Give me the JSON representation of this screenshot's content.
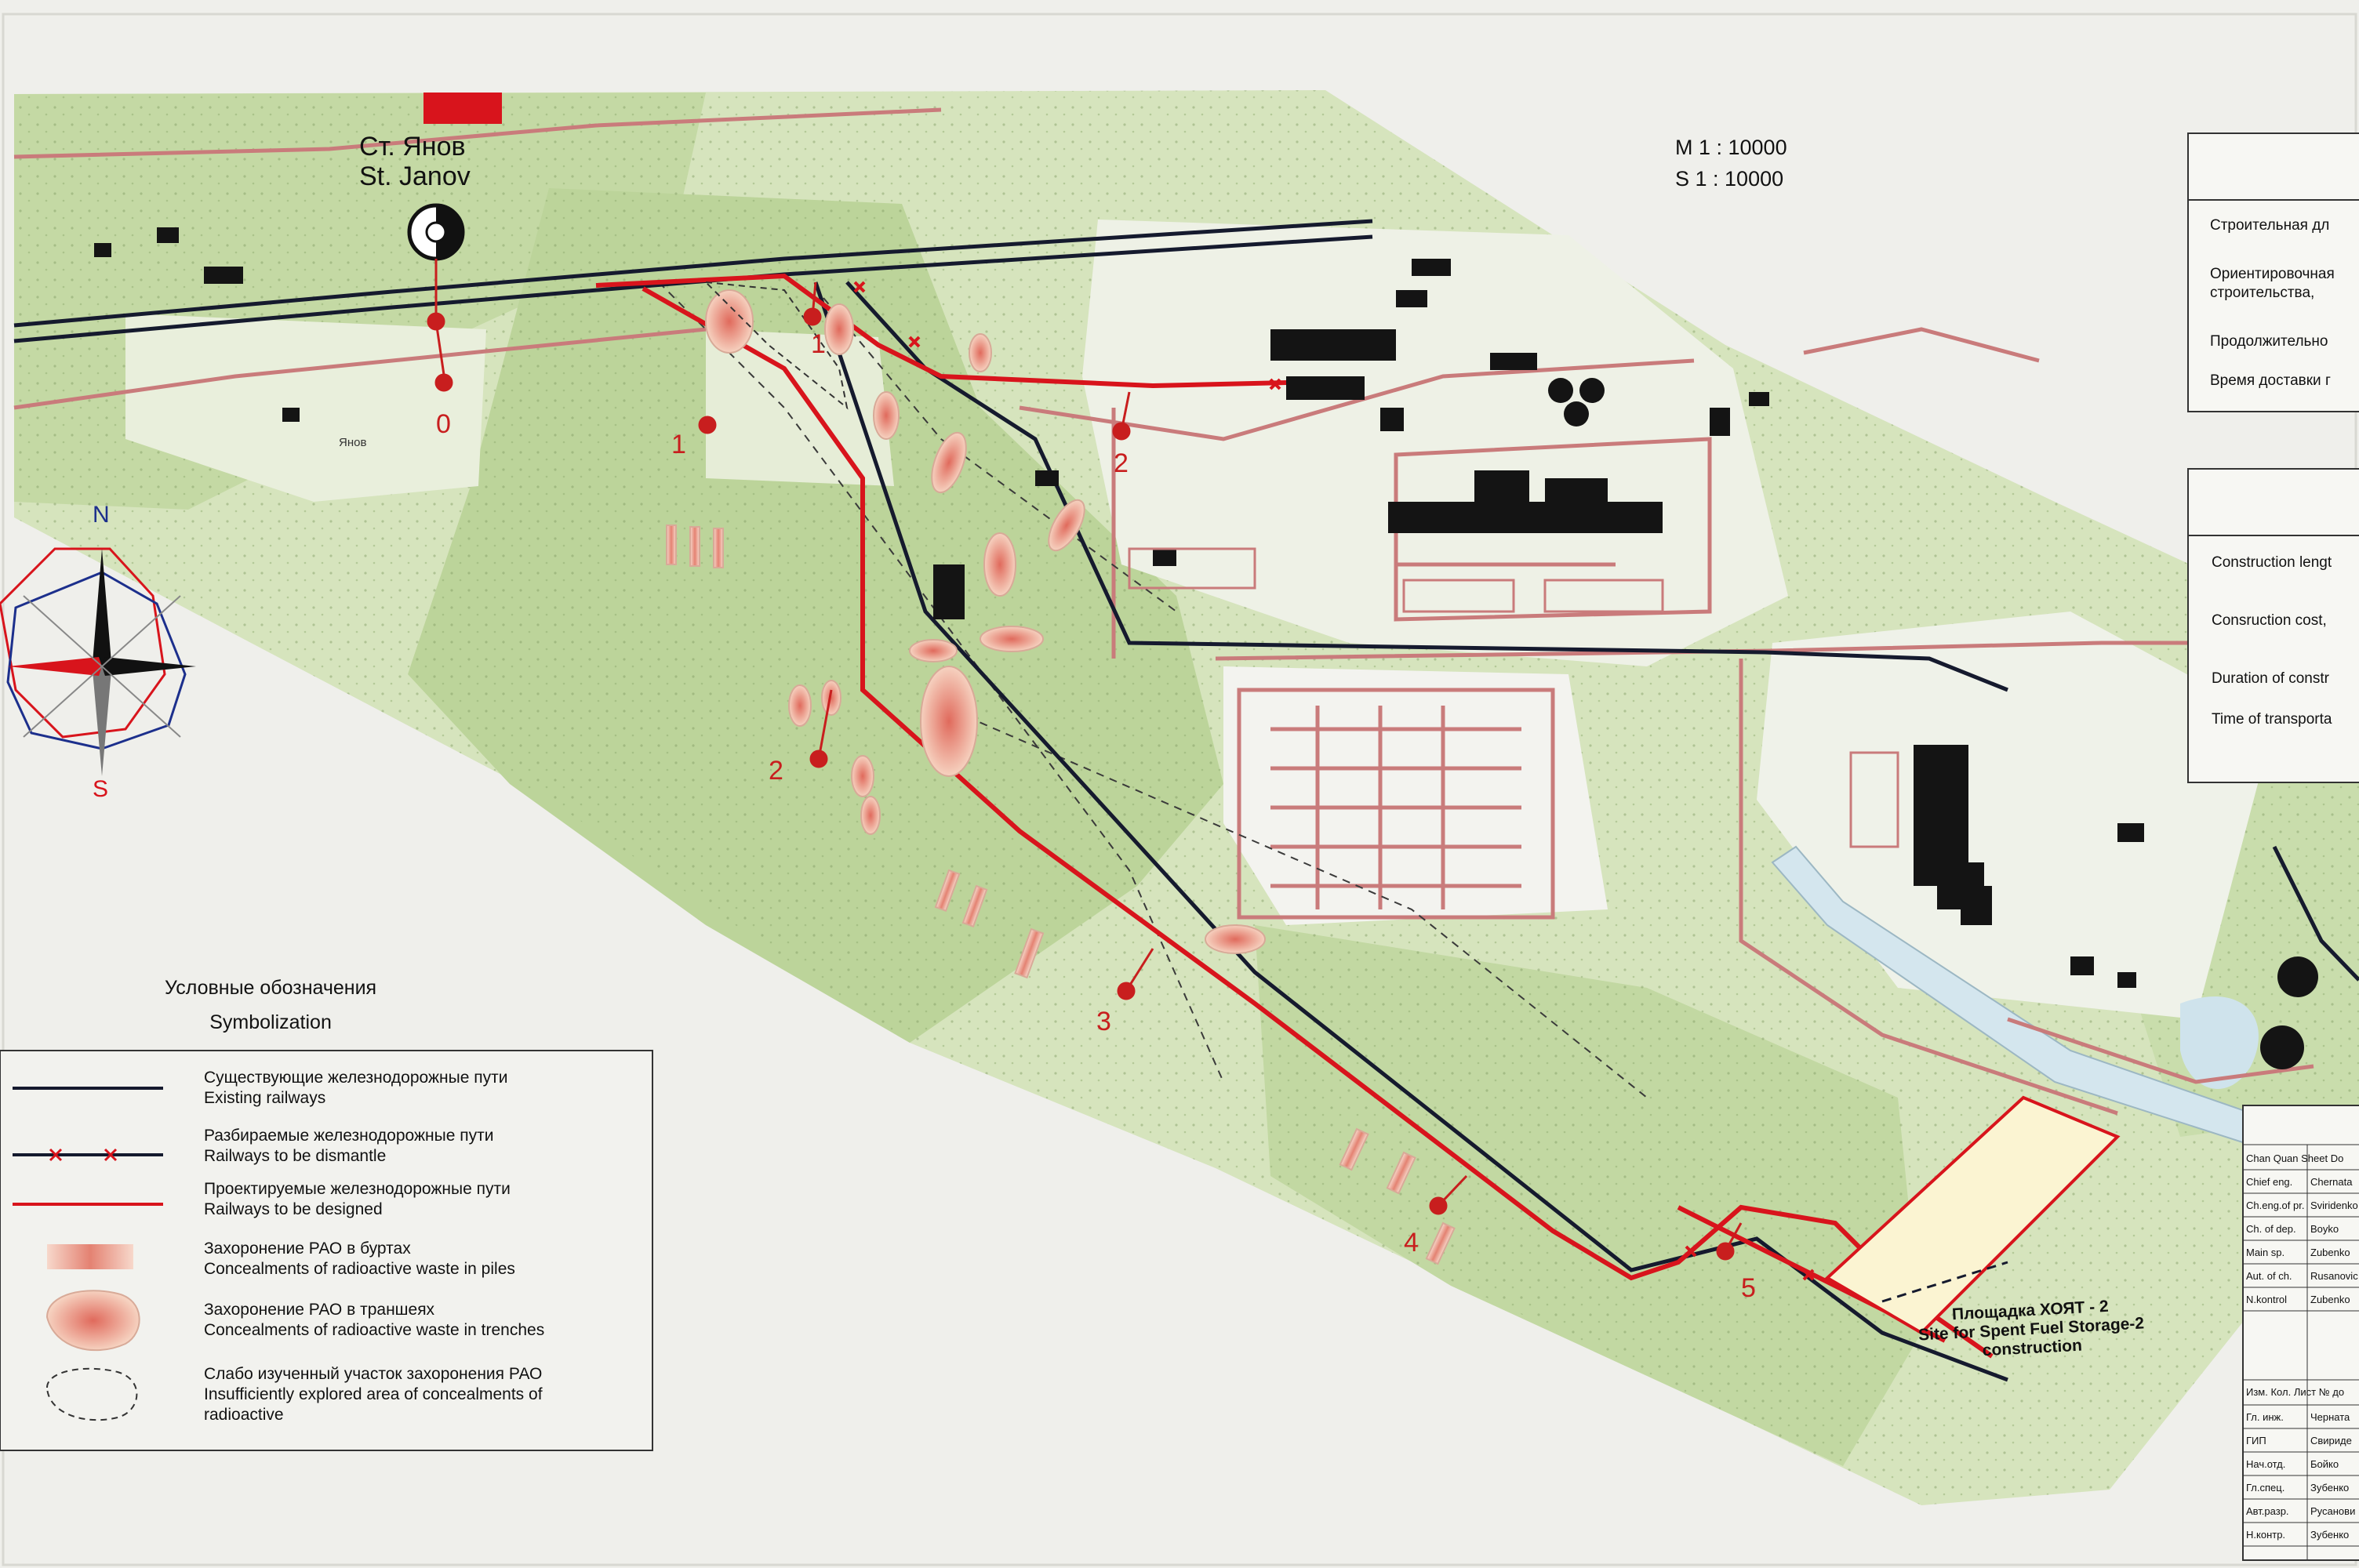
{
  "station": {
    "name_ru": "Ст. Янов",
    "name_en": "St. Janov"
  },
  "scale": {
    "ru": "М 1 : 10000",
    "en": "S 1 : 10000"
  },
  "compass": {
    "north": "N",
    "south": "S"
  },
  "map_labels": {
    "village": "Янов"
  },
  "markers": [
    {
      "id": "0",
      "label": "0"
    },
    {
      "id": "1a",
      "label": "1"
    },
    {
      "id": "1b",
      "label": "1"
    },
    {
      "id": "2a",
      "label": "2"
    },
    {
      "id": "2b",
      "label": "2"
    },
    {
      "id": "3",
      "label": "3"
    },
    {
      "id": "4",
      "label": "4"
    },
    {
      "id": "5",
      "label": "5"
    }
  ],
  "legend": {
    "title_ru": "Условные обозначения",
    "title_en": "Symbolization",
    "items": [
      {
        "symbol": "existing-railway",
        "ru": "Существующие железнодорожные пути",
        "en": "Existing railways"
      },
      {
        "symbol": "dismantle-railway",
        "ru": "Разбираемые железнодорожные пути",
        "en": "Railways to be dismantle"
      },
      {
        "symbol": "designed-railway",
        "ru": "Проектируемые железнодорожные пути",
        "en": "Railways to be designed"
      },
      {
        "symbol": "waste-piles",
        "ru": "Захоронение РАО в буртах",
        "en": "Concealments of radioactive waste in piles"
      },
      {
        "symbol": "waste-trenches",
        "ru": "Захоронение РАО в траншеях",
        "en": "Concealments of radioactive waste in trenches"
      },
      {
        "symbol": "unexplored-area",
        "ru": "Слабо изученный участок захоронения РАО",
        "en": "Insufficiently explored area of concealments of",
        "en2": "radioactive"
      }
    ]
  },
  "site": {
    "ru": "Площадка ХОЯТ - 2",
    "en": "Site for Spent Fuel Storage-2",
    "en2": "construction"
  },
  "info_ru": [
    "Строительная дл",
    "Ориентировочная",
    "строительства,",
    "Продолжительно",
    "Время доставки г"
  ],
  "info_en": [
    "Construction lengt",
    "Consruction cost,",
    "Duration of constr",
    "Time of  transporta"
  ],
  "title_block": {
    "header": [
      "Chan",
      "Quan",
      "Sheet",
      "Do"
    ],
    "rows_en": [
      [
        "Chief eng.",
        "Chernata"
      ],
      [
        "Ch.eng.of pr.",
        "Sviridenko"
      ],
      [
        "Ch. of dep.",
        "Boyko"
      ],
      [
        "Main sp.",
        "Zubenko"
      ],
      [
        "Aut. of ch.",
        "Rusanovic"
      ],
      [
        "N.kontrol",
        "Zubenko"
      ]
    ],
    "header_ru": [
      "Изм.",
      "Кол.",
      "Лист",
      "№ до"
    ],
    "rows_ru": [
      [
        "Гл. инж.",
        "Черната"
      ],
      [
        "ГИП",
        "Свириде"
      ],
      [
        "Нач.отд.",
        "Бойко"
      ],
      [
        "Гл.спец.",
        "Зубенко"
      ],
      [
        "Авт.разр.",
        "Русанови"
      ],
      [
        "Н.контр.",
        "Зубенко"
      ]
    ]
  },
  "colors": {
    "paper": "#efefeb",
    "forest": "#c4d9a4",
    "forest_dark": "#a8c585",
    "designed_railway": "#d8141c",
    "existing_railway": "#151a2e",
    "roads": "#c97b7b",
    "buildings": "#141414"
  }
}
